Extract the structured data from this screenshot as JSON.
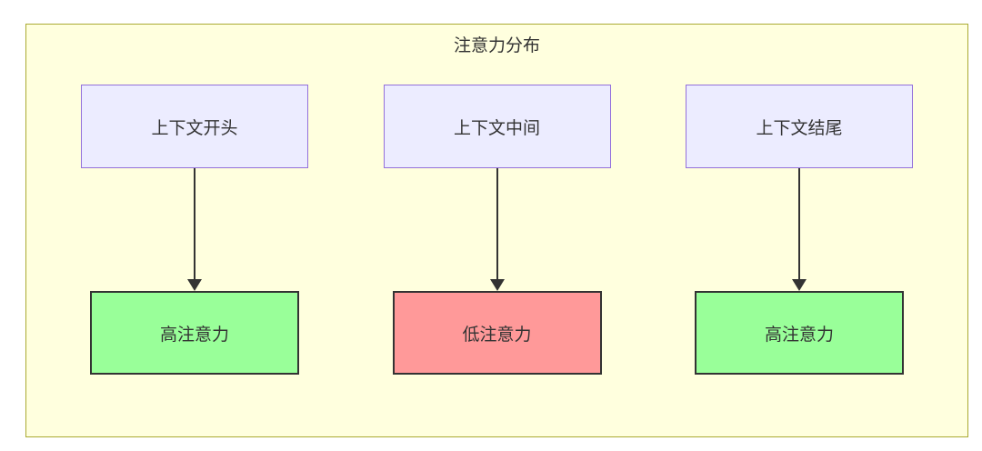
{
  "diagram": {
    "title": "注意力分布",
    "columns": [
      {
        "source": "上下文开头",
        "target": "高注意力",
        "target_type": "high"
      },
      {
        "source": "上下文中间",
        "target": "低注意力",
        "target_type": "low"
      },
      {
        "source": "上下文结尾",
        "target": "高注意力",
        "target_type": "high"
      }
    ],
    "colors": {
      "container_fill": "#FFFFDE",
      "container_border": "#AAAA33",
      "source_fill": "#ECECFF",
      "source_border": "#9370DB",
      "high_fill": "#99FF99",
      "low_fill": "#FF9999",
      "target_border": "#333333",
      "arrow": "#333333",
      "text": "#333333"
    }
  }
}
